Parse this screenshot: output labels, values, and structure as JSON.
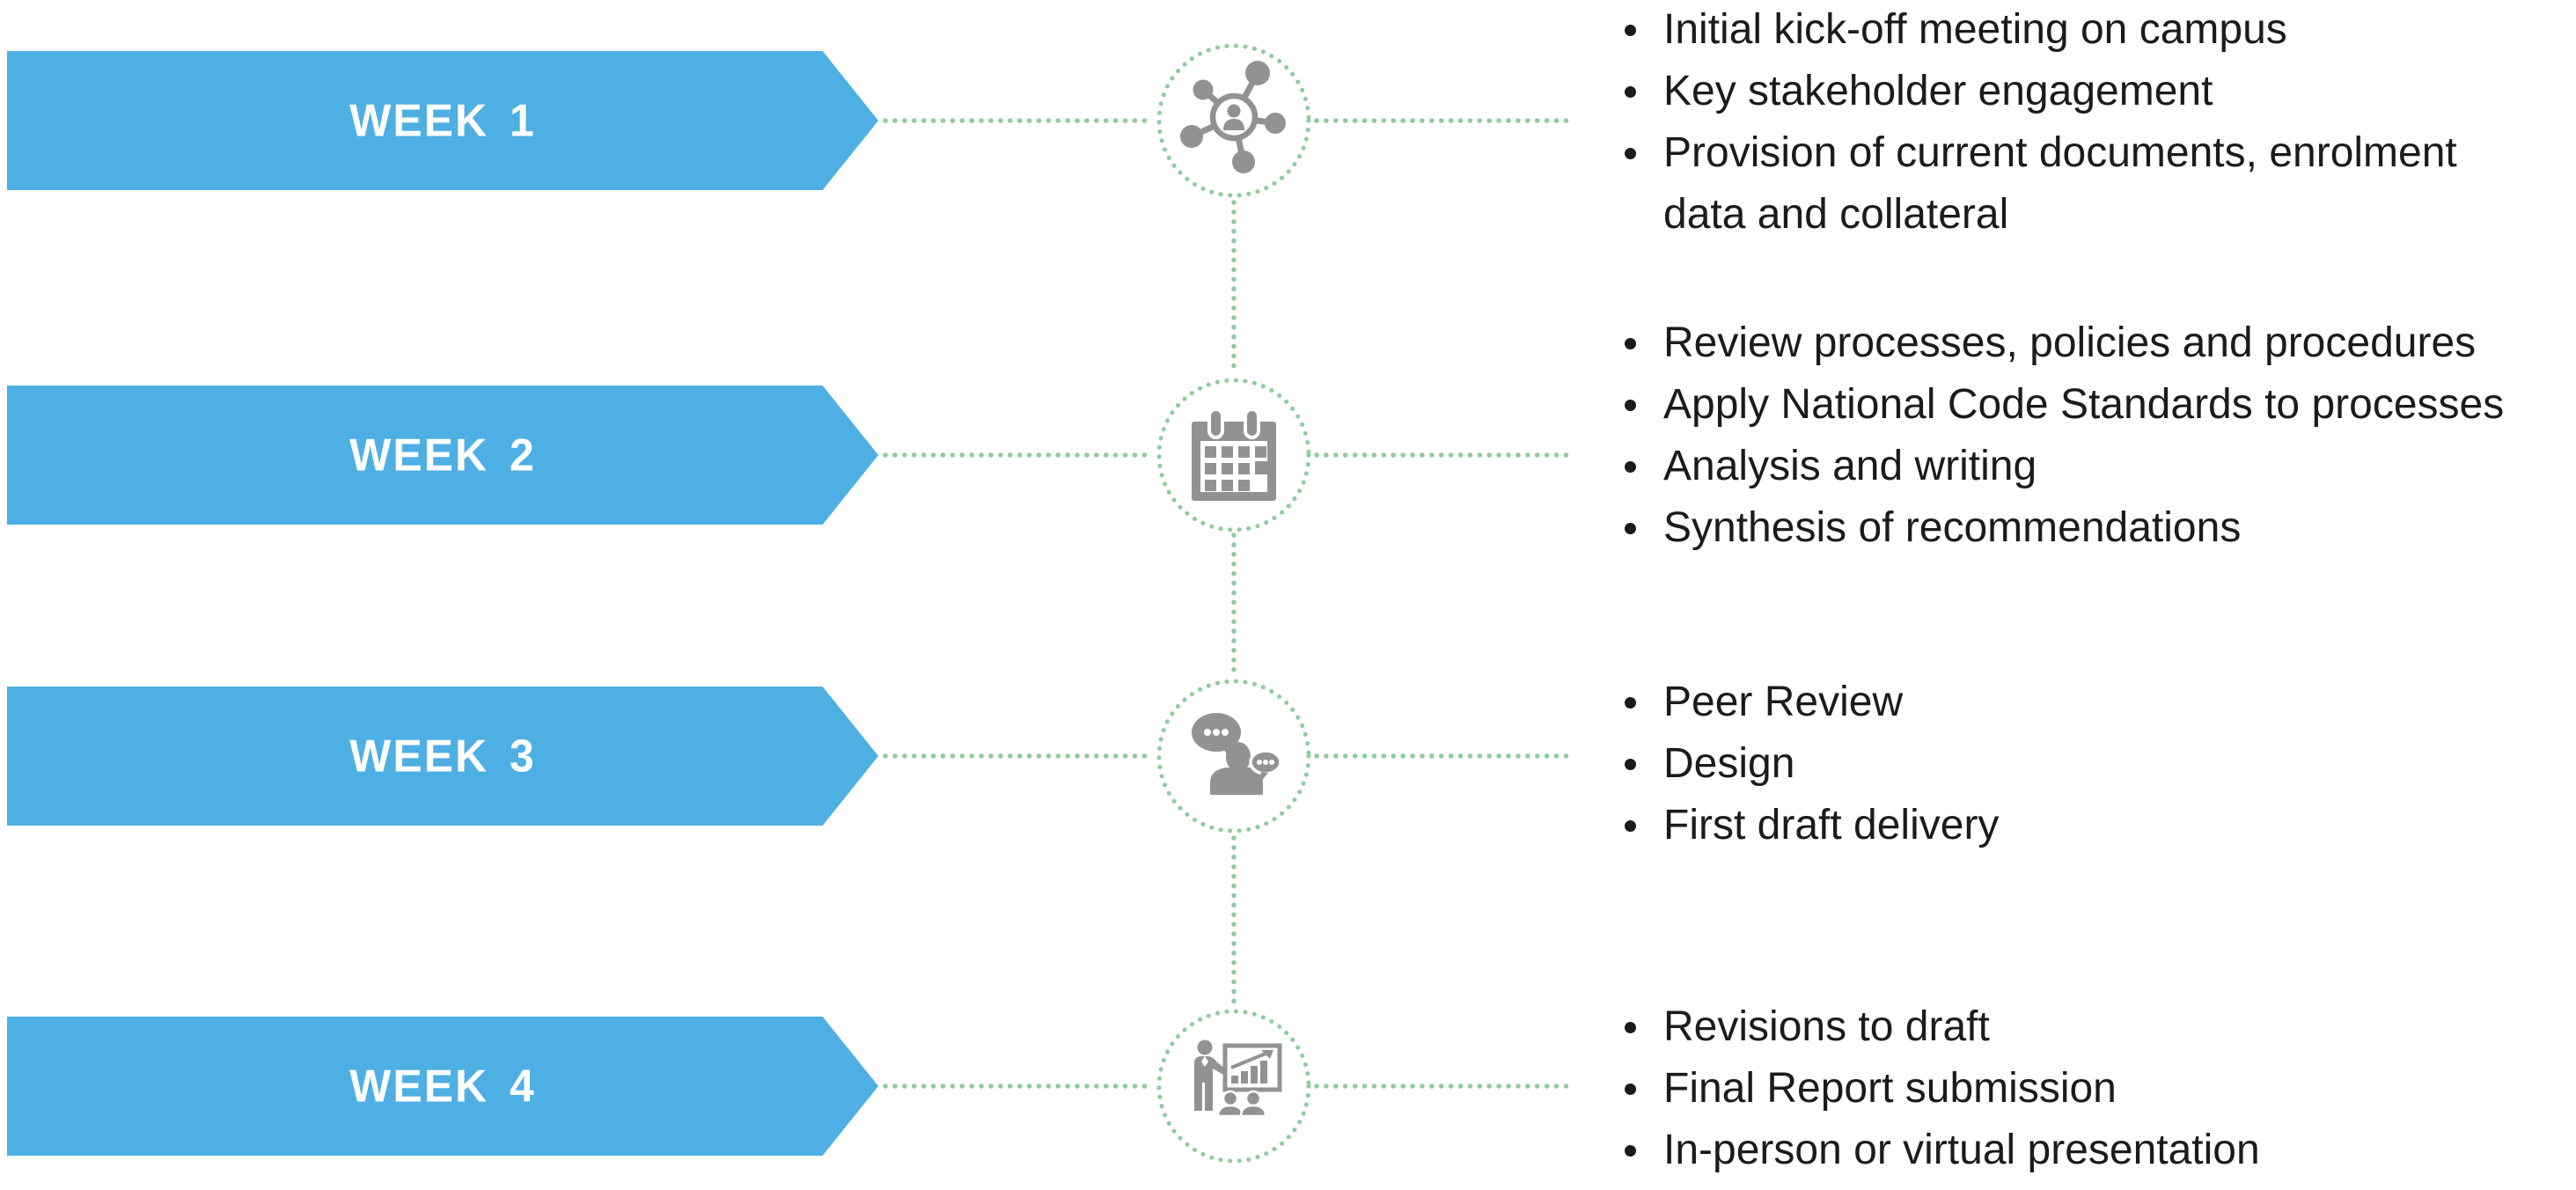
{
  "diagram_title": "four-week engagement timeline",
  "colors": {
    "banner_blue": "#4dafe3",
    "connector_green": "#90cb9e",
    "icon_gray": "#929292",
    "bullet_text": "#1b1b1b",
    "label_white": "#ffffff"
  },
  "rows": [
    {
      "label": "WEEK 1",
      "icon": "network-people-icon",
      "bullets": [
        "Initial kick-off meeting on campus",
        "Key stakeholder engagement",
        "Provision of current documents, enrolment data and collateral"
      ]
    },
    {
      "label": "WEEK 2",
      "icon": "calendar-icon",
      "bullets": [
        "Review processes, policies and procedures",
        "Apply National Code Standards to processes",
        "Analysis and writing",
        "Synthesis of recommendations"
      ]
    },
    {
      "label": "WEEK 3",
      "icon": "discussion-icon",
      "bullets": [
        "Peer Review",
        "Design",
        "First draft delivery"
      ]
    },
    {
      "label": "WEEK 4",
      "icon": "presentation-icon",
      "bullets": [
        "Revisions to draft",
        "Final Report submission",
        "In-person or virtual presentation"
      ]
    }
  ]
}
